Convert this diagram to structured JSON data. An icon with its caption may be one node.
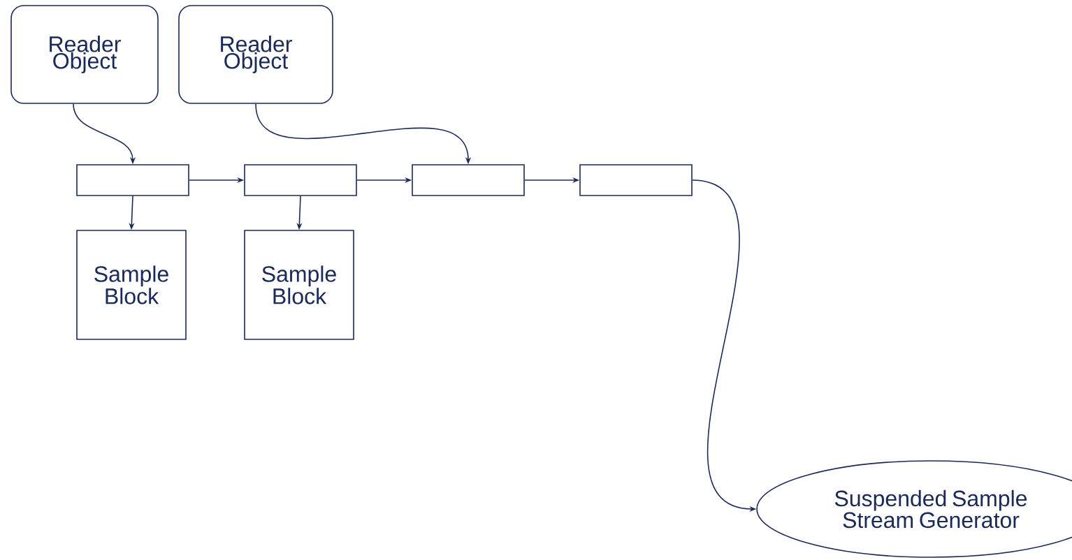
{
  "diagram": {
    "nodes": [
      {
        "text": [
          "Reader Object"
        ]
      },
      {
        "text": [
          "Reader Object"
        ]
      },
      {
        "text": [],
        "shape": "box"
      },
      {
        "text": [],
        "shape": "box"
      },
      {
        "text": [],
        "shape": "box"
      },
      {
        "text": [],
        "shape": "box"
      },
      {
        "text": [
          "Sample Block"
        ]
      },
      {
        "text": [
          "Sample Block"
        ]
      },
      {
        "text": [
          "Suspended Sample Stream Generator"
        ]
      }
    ],
    "edges": [
      {
        "from": 0,
        "to": 2,
        "arrow": "to"
      },
      {
        "from": 1,
        "to": 4,
        "arrow": "to"
      },
      {
        "from": 2,
        "to": 3,
        "arrow": "to"
      },
      {
        "from": 3,
        "to": 4,
        "arrow": "to"
      },
      {
        "from": 4,
        "to": 5,
        "arrow": "to"
      },
      {
        "from": 2,
        "to": 6,
        "arrow": "to"
      },
      {
        "from": 3,
        "to": 7,
        "arrow": "to"
      },
      {
        "from": 5,
        "to": 8,
        "arrow": "to"
      }
    ]
  }
}
